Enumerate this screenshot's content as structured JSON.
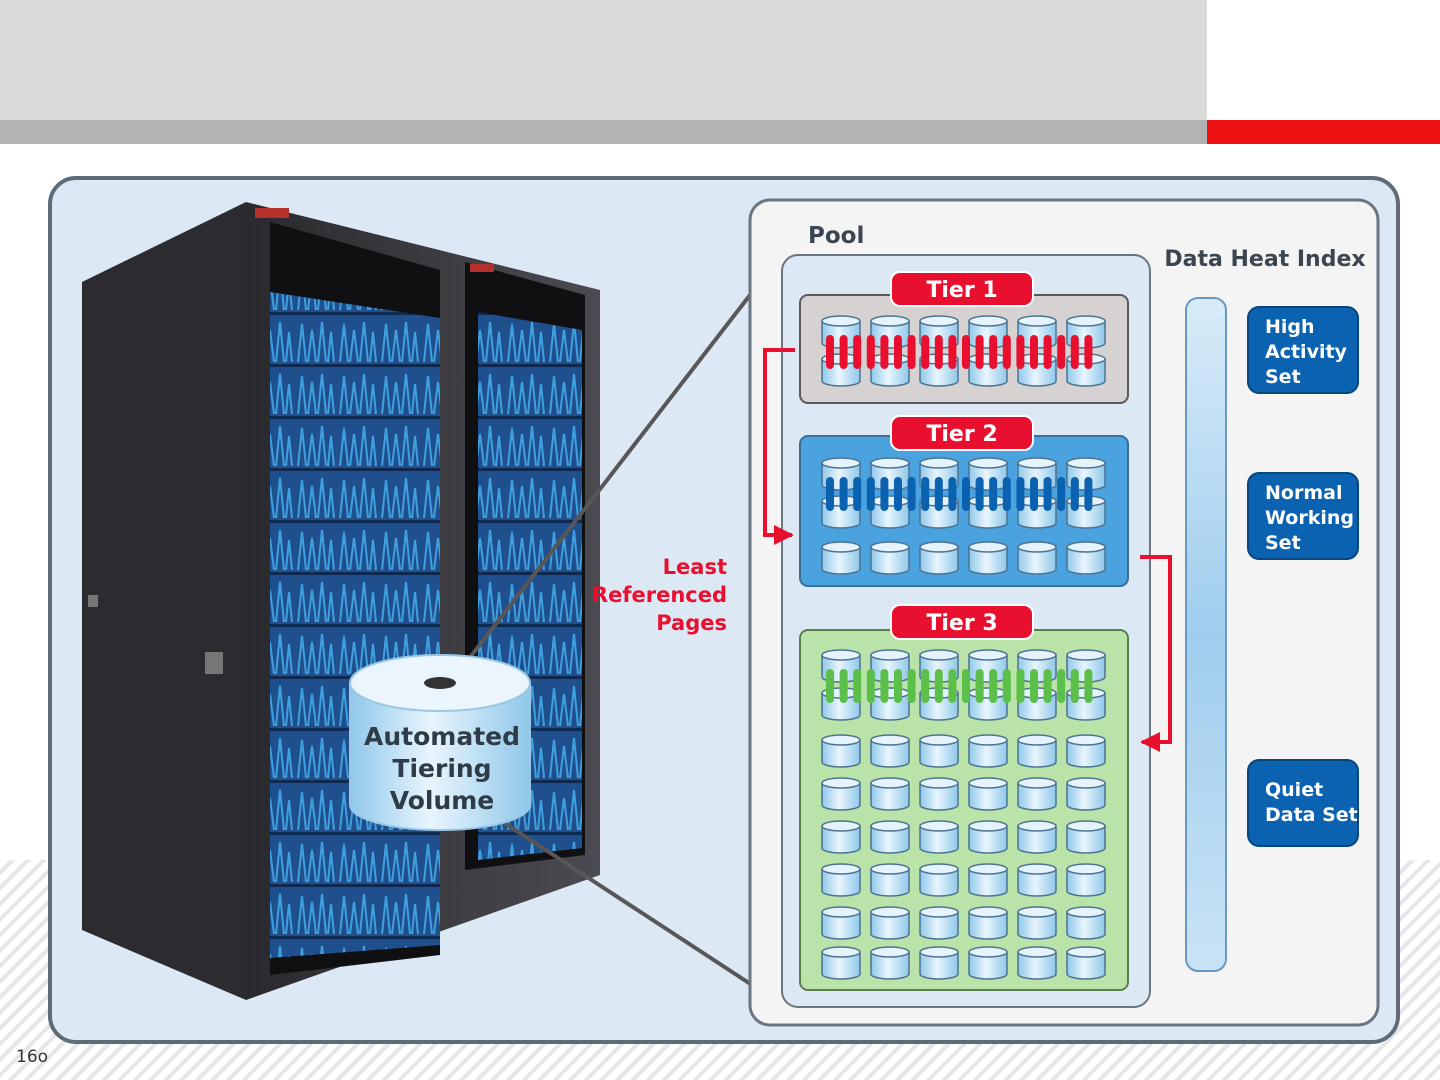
{
  "slide": {
    "number": "16o"
  },
  "diagram": {
    "volume_lines": [
      "Automated",
      "Tiering",
      "Volume"
    ],
    "pool_label": "Pool",
    "heat_index_label": "Data Heat Index",
    "least_referenced_lines": [
      "Least",
      "Referenced",
      "Pages"
    ],
    "tiers": [
      {
        "label": "Tier 1"
      },
      {
        "label": "Tier 2"
      },
      {
        "label": "Tier 3"
      }
    ],
    "heat_sets": [
      {
        "lines": [
          "High",
          "Activity",
          "Set"
        ]
      },
      {
        "lines": [
          "Normal",
          "Working",
          "Set"
        ]
      },
      {
        "lines": [
          "Quiet",
          "Data Set"
        ]
      }
    ]
  },
  "colors": {
    "accent_red": "#e8102e",
    "tier1_bg": "#d6d2d2",
    "tier2_bg": "#4aa3df",
    "tier3_bg": "#b9e3a8",
    "heat_box": "#0b62b0",
    "panel_bg": "#dce9f5"
  }
}
